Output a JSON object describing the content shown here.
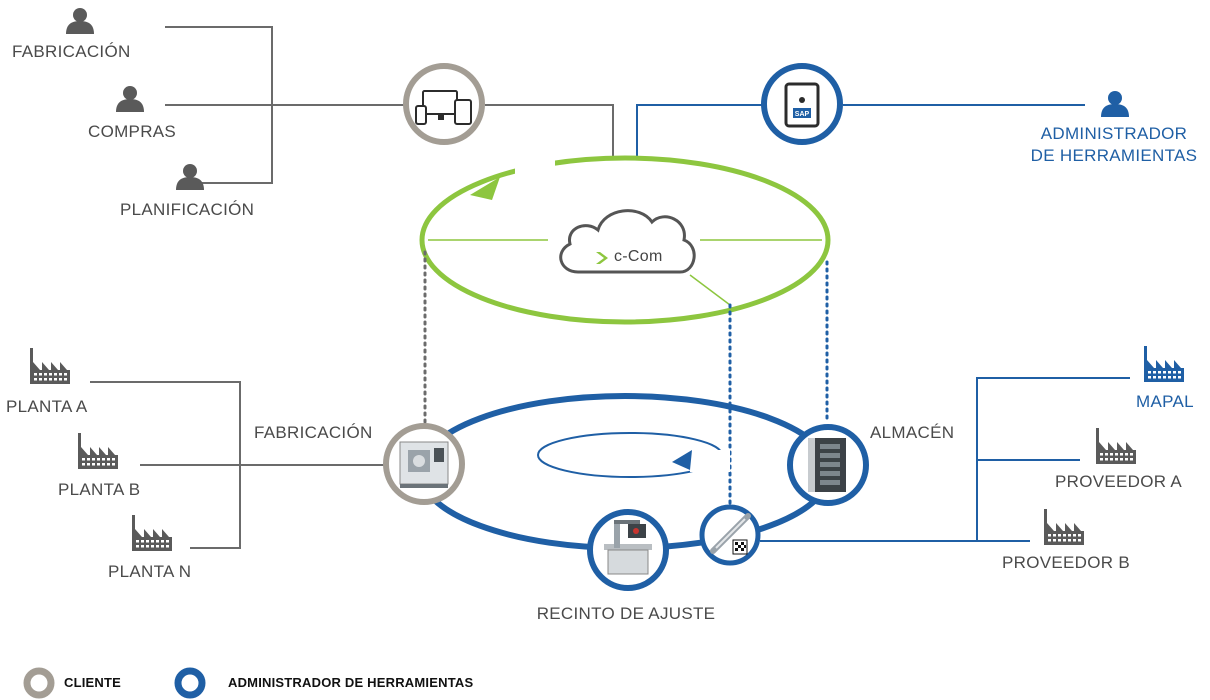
{
  "users": {
    "fabricacion": "FABRICACIÓN",
    "compras": "COMPRAS",
    "planificacion": "PLANIFICACIÓN",
    "admin_line1": "ADMINISTRADOR",
    "admin_line2": "DE HERRAMIENTAS"
  },
  "cloud": {
    "brand": "c-Com"
  },
  "plants": {
    "a": "PLANTA A",
    "b": "PLANTA B",
    "n": "PLANTA N"
  },
  "stations": {
    "fabricacion": "FABRICACIÓN",
    "almacen": "ALMACÉN",
    "recinto": "RECINTO DE AJUSTE"
  },
  "suppliers": {
    "mapal": "MAPAL",
    "a": "PROVEEDOR A",
    "b": "PROVEEDOR B"
  },
  "legend": {
    "cliente": "CLIENTE",
    "admin": "ADMINISTRADOR DE HERRAMIENTAS"
  },
  "colors": {
    "grey": "#6b6b6b",
    "taupe": "#a39d94",
    "blue": "#1f5fa5",
    "green": "#8dc63f"
  }
}
